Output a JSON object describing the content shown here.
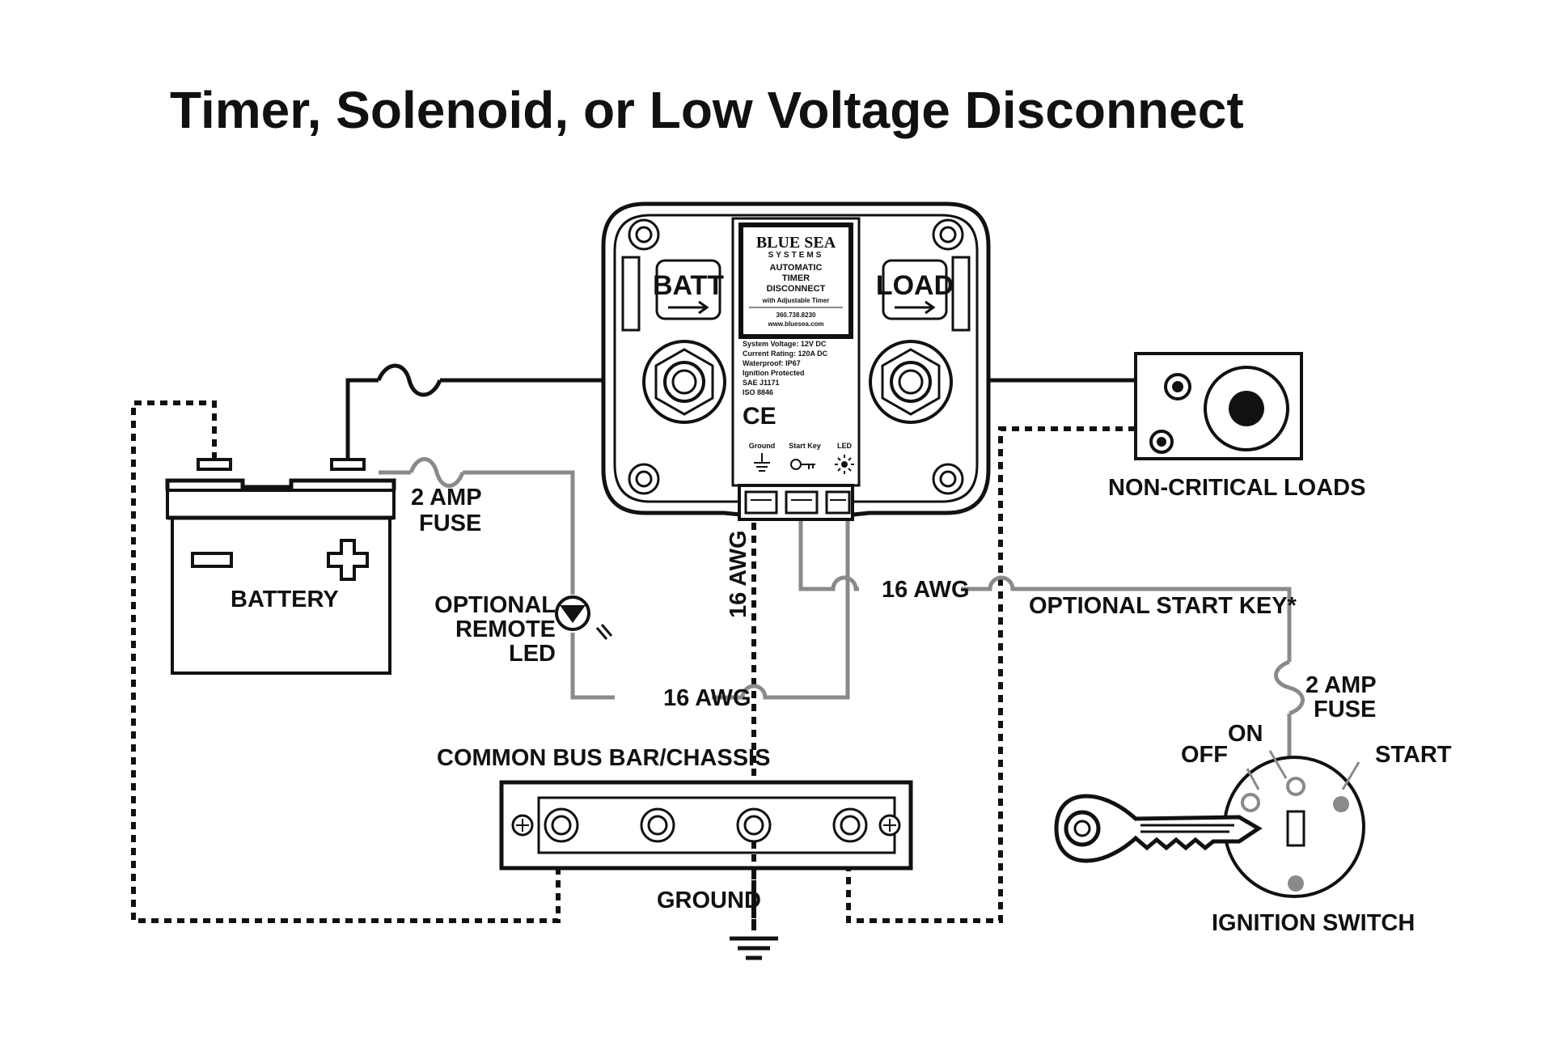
{
  "title": "Timer, Solenoid, or Low Voltage Disconnect",
  "device": {
    "brand": "BLUE SEA",
    "brand_sub": "SYSTEMS",
    "product_lines": [
      "AUTOMATIC",
      "TIMER",
      "DISCONNECT"
    ],
    "subtitle": "with Adjustable Timer",
    "phone": "360.738.8230",
    "website": "www.bluesea.com",
    "specs": [
      "System Voltage: 12V DC",
      "Current Rating: 120A DC",
      "Waterproof: IP67",
      "Ignition Protected",
      "SAE J1171",
      "ISO 8846"
    ],
    "ce_mark": "CE",
    "batt_label": "BATT",
    "load_label": "LOAD",
    "terminal_labels": {
      "ground": "Ground",
      "start_key": "Start Key",
      "led": "LED"
    }
  },
  "labels": {
    "battery": "BATTERY",
    "fuse_amp": "2 AMP",
    "fuse_word": "FUSE",
    "optional_led": [
      "OPTIONAL",
      "REMOTE",
      "LED"
    ],
    "awg": "16 AWG",
    "non_critical_loads": "NON-CRITICAL LOADS",
    "optional_start_key": "OPTIONAL START KEY*",
    "bus_bar": "COMMON BUS BAR/CHASSIS",
    "ground": "GROUND",
    "ignition_switch": "IGNITION SWITCH",
    "off": "OFF",
    "on": "ON",
    "start": "START"
  },
  "colors": {
    "power_wire": "#111111",
    "control_wire": "#8a8a8a",
    "ground_wire": "#111111"
  }
}
